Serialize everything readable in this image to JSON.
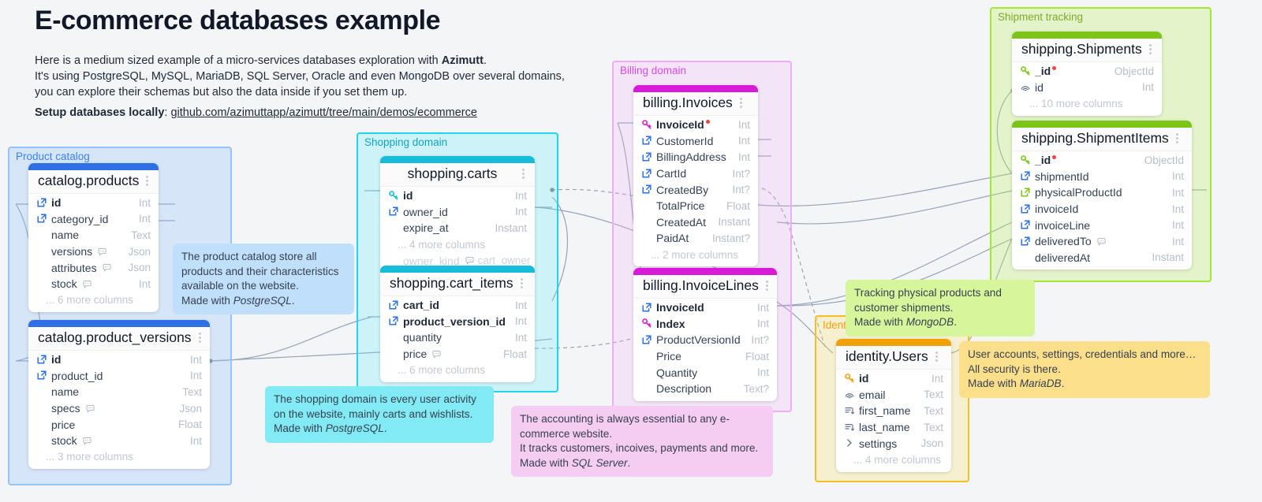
{
  "header": {
    "title": "E-commerce databases example",
    "intro_1_pre": "Here is a medium sized example of a micro-services databases exploration with ",
    "intro_1_strong": "Azimutt",
    "intro_1_post": ".",
    "intro_2": "It's using PostgreSQL, MySQL, MariaDB, SQL Server, Oracle and even MongoDB over several domains,",
    "intro_3": "you can explore their schemas but also the data inside if you set them up.",
    "setup_label": "Setup databases locally",
    "setup_sep": ": ",
    "setup_link": "github.com/azimuttapp/azimutt/tree/main/demos/ecommerce"
  },
  "groups": {
    "catalog": {
      "label": "Product catalog",
      "color": "#3b82f6"
    },
    "shopping": {
      "label": "Shopping domain",
      "color": "#0ea5c4"
    },
    "billing": {
      "label": "Billing domain",
      "color": "#d946ef"
    },
    "shipping": {
      "label": "Shipment tracking",
      "color": "#84a62a"
    },
    "identity": {
      "label": "Identity",
      "color": "#f59e0b"
    }
  },
  "tables": {
    "products": {
      "name": "catalog.products",
      "accent": "#2f6fe4",
      "columns": [
        {
          "icon": "foreign-key-icon",
          "name": "id",
          "type": "Int",
          "bold": true
        },
        {
          "icon": "foreign-key-icon",
          "name": "category_id",
          "type": "Int"
        },
        {
          "icon": "none",
          "name": "name",
          "type": "Text"
        },
        {
          "icon": "none",
          "name": "versions",
          "type": "Json",
          "note": true
        },
        {
          "icon": "none",
          "name": "attributes",
          "type": "Json",
          "note": true
        },
        {
          "icon": "none",
          "name": "stock",
          "type": "Int",
          "note": true
        }
      ],
      "more": "... 6 more columns"
    },
    "product_versions": {
      "name": "catalog.product_versions",
      "accent": "#2f6fe4",
      "columns": [
        {
          "icon": "foreign-key-icon",
          "name": "id",
          "type": "Int",
          "bold": true
        },
        {
          "icon": "foreign-key-icon",
          "name": "product_id",
          "type": "Int"
        },
        {
          "icon": "none",
          "name": "name",
          "type": "Text"
        },
        {
          "icon": "none",
          "name": "specs",
          "type": "Json",
          "note": true
        },
        {
          "icon": "none",
          "name": "price",
          "type": "Float"
        },
        {
          "icon": "none",
          "name": "stock",
          "type": "Int",
          "note": true
        }
      ],
      "more": "... 3 more columns"
    },
    "carts": {
      "name": "shopping.carts",
      "accent": "#17bdd8",
      "title_center": true,
      "columns": [
        {
          "icon": "primary-key-icon",
          "name": "id",
          "type": "Int",
          "bold": true
        },
        {
          "icon": "foreign-key-icon",
          "name": "owner_id",
          "type": "Int"
        },
        {
          "icon": "none",
          "name": "expire_at",
          "type": "Instant"
        }
      ],
      "more": "... 4 more columns",
      "faded_row": {
        "name": "owner_kind",
        "type": "cart_owner",
        "note": true
      }
    },
    "cart_items": {
      "name": "shopping.cart_items",
      "accent": "#17bdd8",
      "columns": [
        {
          "icon": "foreign-key-icon",
          "name": "cart_id",
          "type": "Int",
          "bold": true
        },
        {
          "icon": "foreign-key-icon",
          "name": "product_version_id",
          "type": "Int",
          "bold": true
        },
        {
          "icon": "none",
          "name": "quantity",
          "type": "Int"
        },
        {
          "icon": "none",
          "name": "price",
          "type": "Float",
          "note": true
        }
      ],
      "more": "... 6 more columns"
    },
    "invoices": {
      "name": "billing.Invoices",
      "accent": "#d81ad8",
      "columns": [
        {
          "icon": "primary-key-icon",
          "name": "InvoiceId",
          "type": "Int",
          "bold": true,
          "dot": true
        },
        {
          "icon": "foreign-key-icon",
          "name": "CustomerId",
          "type": "Int"
        },
        {
          "icon": "foreign-key-icon",
          "name": "BillingAddress",
          "type": "Int"
        },
        {
          "icon": "foreign-key-icon",
          "name": "CartId",
          "type": "Int?"
        },
        {
          "icon": "foreign-key-icon",
          "name": "CreatedBy",
          "type": "Int?"
        },
        {
          "icon": "none",
          "name": "TotalPrice",
          "type": "Float"
        },
        {
          "icon": "none",
          "name": "CreatedAt",
          "type": "Instant"
        },
        {
          "icon": "none",
          "name": "PaidAt",
          "type": "Instant?"
        }
      ],
      "more": "... 2 more columns"
    },
    "invoice_lines": {
      "name": "billing.InvoiceLines",
      "accent": "#d81ad8",
      "columns": [
        {
          "icon": "foreign-key-icon",
          "name": "InvoiceId",
          "type": "Int",
          "bold": true
        },
        {
          "icon": "primary-key-icon",
          "name": "Index",
          "type": "Int",
          "bold": true
        },
        {
          "icon": "foreign-key-icon",
          "name": "ProductVersionId",
          "type": "Int?"
        },
        {
          "icon": "none",
          "name": "Price",
          "type": "Float"
        },
        {
          "icon": "none",
          "name": "Quantity",
          "type": "Int"
        },
        {
          "icon": "none",
          "name": "Description",
          "type": "Text?"
        }
      ],
      "more": ""
    },
    "shipments": {
      "name": "shipping.Shipments",
      "accent": "#7ac516",
      "columns": [
        {
          "icon": "primary-key-icon",
          "name": "_id",
          "type": "ObjectId",
          "bold": true,
          "dot": true
        },
        {
          "icon": "index-icon",
          "name": "id",
          "type": "Int"
        }
      ],
      "more": "... 10 more columns"
    },
    "shipment_items": {
      "name": "shipping.ShipmentItems",
      "accent": "#7ac516",
      "columns": [
        {
          "icon": "primary-key-icon",
          "name": "_id",
          "type": "ObjectId",
          "bold": true,
          "dot": true
        },
        {
          "icon": "foreign-key-icon",
          "name": "shipmentId",
          "type": "Int"
        },
        {
          "icon": "foreign-key-green-icon",
          "name": "physicalProductId",
          "type": "Int"
        },
        {
          "icon": "foreign-key-icon",
          "name": "invoiceId",
          "type": "Int"
        },
        {
          "icon": "foreign-key-icon",
          "name": "invoiceLine",
          "type": "Int"
        },
        {
          "icon": "foreign-key-icon",
          "name": "deliveredTo",
          "type": "Int",
          "note": true
        },
        {
          "icon": "none",
          "name": "deliveredAt",
          "type": "Instant"
        }
      ],
      "more": ""
    },
    "users": {
      "name": "identity.Users",
      "accent": "#f2a007",
      "columns": [
        {
          "icon": "primary-key-orange-icon",
          "name": "id",
          "type": "Int",
          "bold": true
        },
        {
          "icon": "index-icon",
          "name": "email",
          "type": "Text"
        },
        {
          "icon": "sort-icon",
          "name": "first_name",
          "type": "Text"
        },
        {
          "icon": "sort-icon",
          "name": "last_name",
          "type": "Text"
        },
        {
          "icon": "chevron-right-icon",
          "name": "settings",
          "type": "Json"
        }
      ],
      "more": "... 4 more columns"
    }
  },
  "notes": {
    "catalog": {
      "l1": "The product catalog store all",
      "l2": "products and their characteristics",
      "l3": "available on the website.",
      "l4_pre": "Made with ",
      "l4_em": "PostgreSQL",
      "l4_post": "."
    },
    "shopping": {
      "l1": "The shopping domain is every user activity",
      "l2": "on the website, mainly carts and wishlists.",
      "l3": "",
      "l4_pre": "Made with ",
      "l4_em": "PostgreSQL",
      "l4_post": "."
    },
    "billing": {
      "l1": "The accounting is always essential to any e-",
      "l2": "commerce website.",
      "l3": "It tracks customers, incoives, payments and more.",
      "l4_pre": "Made with ",
      "l4_em": "SQL Server",
      "l4_post": "."
    },
    "shipping": {
      "l1": "Tracking physical products and",
      "l2": "customer shipments.",
      "l3": "",
      "l4_pre": "Made with ",
      "l4_em": "MongoDB",
      "l4_post": "."
    },
    "identity": {
      "l1": "User accounts, settings, credentials and more…",
      "l2": "All security is there.",
      "l3": "",
      "l4_pre": "Made with ",
      "l4_em": "MariaDB",
      "l4_post": "."
    }
  }
}
